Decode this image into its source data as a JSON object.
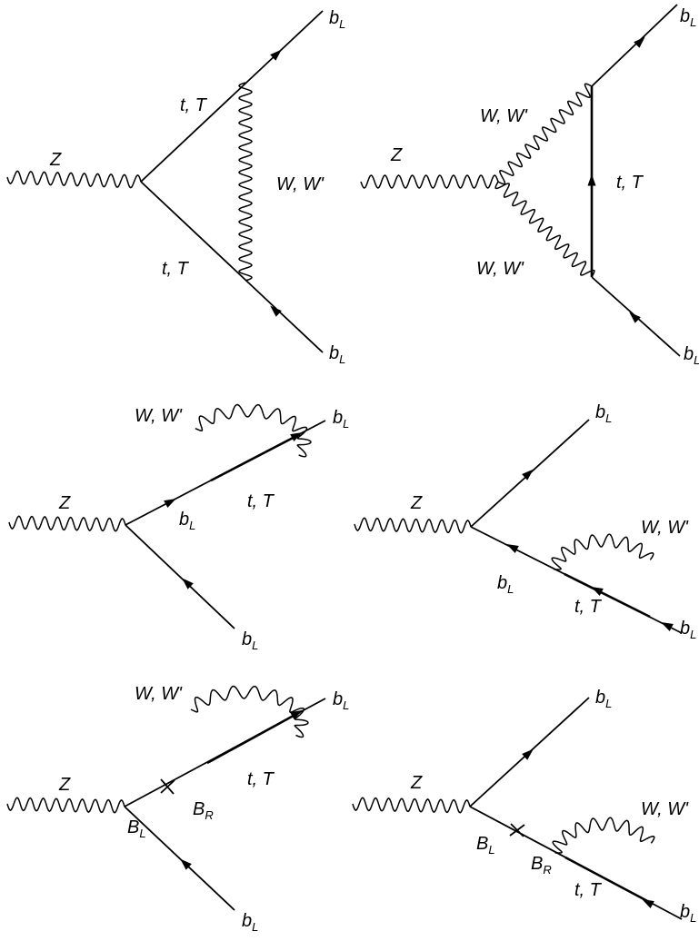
{
  "diagrams": [
    {
      "id": "vertex-top-exchange",
      "boson_label": "Z",
      "upper_quark_label": "t, T",
      "lower_quark_label": "t, T",
      "exchange_label": "W, W'",
      "out_upper": {
        "base": "b",
        "sub": "L"
      },
      "out_lower": {
        "base": "b",
        "sub": "L"
      }
    },
    {
      "id": "vertex-w-exchange",
      "boson_label": "Z",
      "upper_w_label": "W, W'",
      "lower_w_label": "W, W'",
      "internal_quark_label": "t, T",
      "out_upper": {
        "base": "b",
        "sub": "L"
      },
      "out_lower": {
        "base": "b",
        "sub": "L"
      }
    },
    {
      "id": "self-energy-upper",
      "boson_label": "Z",
      "loop_label": "W, W'",
      "internal_label": "t, T",
      "prop": {
        "base": "b",
        "sub": "L"
      },
      "out_upper": {
        "base": "b",
        "sub": "L"
      },
      "out_lower": {
        "base": "b",
        "sub": "L"
      }
    },
    {
      "id": "self-energy-lower",
      "boson_label": "Z",
      "loop_label": "W, W'",
      "internal_label": "t, T",
      "prop": {
        "base": "b",
        "sub": "L"
      },
      "out_upper": {
        "base": "b",
        "sub": "L"
      },
      "out_lower": {
        "base": "b",
        "sub": "L"
      }
    },
    {
      "id": "mixing-upper",
      "boson_label": "Z",
      "loop_label": "W, W'",
      "internal_label": "t, T",
      "prop_left": {
        "base": "B",
        "sub": "L"
      },
      "prop_right": {
        "base": "B",
        "sub": "R"
      },
      "out_upper": {
        "base": "b",
        "sub": "L"
      },
      "out_lower": {
        "base": "b",
        "sub": "L"
      }
    },
    {
      "id": "mixing-lower",
      "boson_label": "Z",
      "loop_label": "W, W'",
      "internal_label": "t, T",
      "prop_left": {
        "base": "B",
        "sub": "L"
      },
      "prop_right": {
        "base": "B",
        "sub": "R"
      },
      "out_upper": {
        "base": "b",
        "sub": "L"
      },
      "out_lower": {
        "base": "b",
        "sub": "L"
      }
    }
  ]
}
